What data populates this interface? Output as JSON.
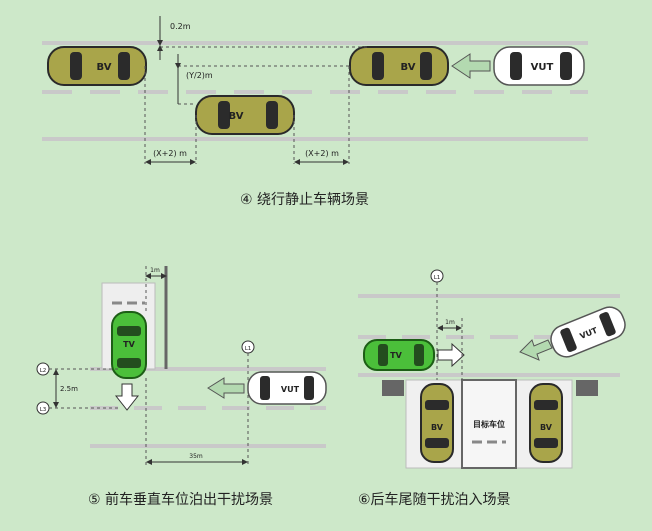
{
  "scenarios": [
    {
      "caption": "④ 绕行静止车辆场景",
      "dim_top_gap": "0.2m",
      "dim_lateral": "(Y/2)m",
      "dim_long_left": "(X+2) m",
      "dim_long_right": "(X+2) m",
      "vehicles": [
        "BV",
        "BV",
        "BV",
        "VUT"
      ]
    },
    {
      "caption": "⑤ 前车垂直车位泊出干扰场景",
      "dim_width": "1m",
      "dim_depth": "2.5m",
      "dim_distance": "35m",
      "markers": [
        "L1",
        "L2",
        "L3"
      ],
      "vehicles": [
        "TV",
        "VUT"
      ]
    },
    {
      "caption": "⑥后车尾随干扰泊入场景",
      "dim_offset": "1m",
      "markers": [
        "L1"
      ],
      "slot_label": "目标车位",
      "vehicles": [
        "TV",
        "VUT",
        "BV",
        "BV"
      ]
    }
  ],
  "colors": {
    "background": "#cde8c9",
    "road_line": "#c9c9c9",
    "bv_body": "#a9a54a",
    "tv_body": "#4bbf3a",
    "vut_body": "#ffffff",
    "arrow": "#b3d9b0"
  }
}
